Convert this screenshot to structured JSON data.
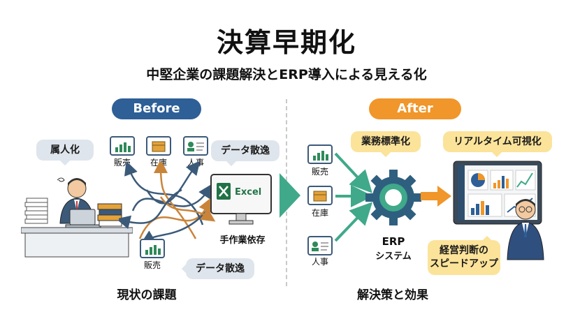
{
  "title": "決算早期化",
  "subtitle": "中堅企業の課題解決とERP導入による見える化",
  "before": {
    "pill": "Before",
    "bubble_zokujin": "属人化",
    "bubble_data1": "データ散逸",
    "bubble_data2": "データ散逸",
    "icon_hanbai_top": "販売",
    "icon_zaiko_top": "在庫",
    "icon_jinji_top": "人事",
    "icon_hanbai_bottom": "販売",
    "excel_label": "Excel",
    "excel_caption": "手作業依存",
    "section_caption": "現状の課題"
  },
  "after": {
    "pill": "After",
    "bubble_standard": "業務標準化",
    "bubble_realtime": "リアルタイム可視化",
    "bubble_speed_line1": "経営判断の",
    "bubble_speed_line2": "スピードアップ",
    "icon_hanbai": "販売",
    "icon_zaiko": "在庫",
    "icon_jinji": "人事",
    "erp_line1": "ERP",
    "erp_line2": "システム",
    "section_caption": "解決策と効果"
  },
  "colors": {
    "before_blue": "#2e5f96",
    "after_orange": "#f0962a",
    "arrow_green": "#3fa98a",
    "bubble_grey": "#dfe5ec",
    "bubble_yellow": "#fbe39a"
  }
}
